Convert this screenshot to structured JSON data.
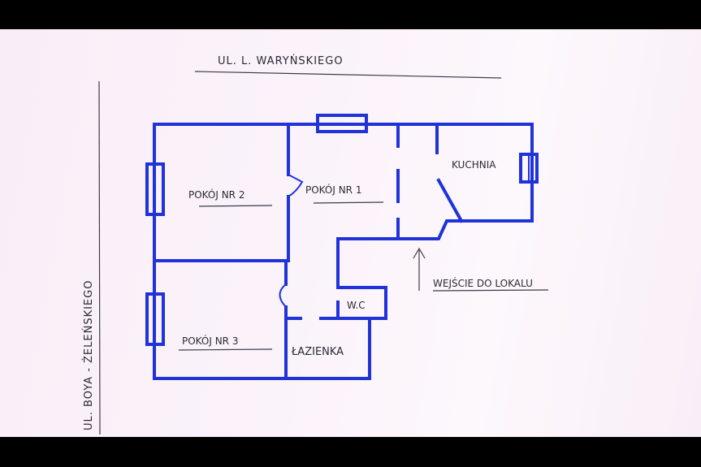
{
  "streets": {
    "top": "UL. L. WARYŃSKIEGO",
    "left": "UL. BOYA - ŻELEŃSKIEGO"
  },
  "rooms": {
    "room2": "POKÓJ NR 2",
    "room1": "POKÓJ NR 1",
    "kitchen": "KUCHNIA",
    "room3": "POKÓJ NR 3",
    "wc": "W.C",
    "bathroom": "ŁAZIENKA"
  },
  "entrance": {
    "label": "WEJŚCIE DO LOKALU"
  },
  "colors": {
    "walls": "#1f33d9",
    "pencil": "#3b3b4a",
    "paper": "#fbf3fa"
  }
}
